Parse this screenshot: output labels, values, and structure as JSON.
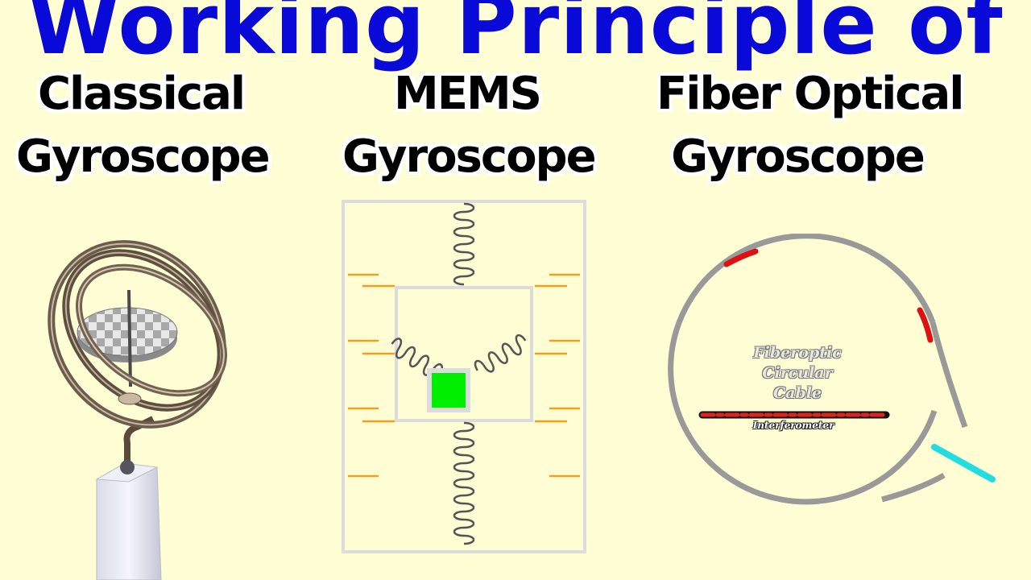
{
  "title": "Working Principle of",
  "columns": [
    {
      "id": "classical",
      "line1": "Classical",
      "line2": "Gyroscope"
    },
    {
      "id": "mems",
      "line1": "MEMS",
      "line2": "Gyroscope"
    },
    {
      "id": "fiber",
      "line1": "Fiber Optical",
      "line2": "Gyroscope"
    }
  ],
  "fiber": {
    "cable_label": [
      "Fiberoptic",
      "Circular",
      "Cable"
    ],
    "interferometer_label": "Interferometer"
  },
  "colors": {
    "title": "#0a0ad8",
    "background": "#fffdd4",
    "mems_mass": "#00ee00",
    "mems_electrode": "#f0a020",
    "fiber_cable": "#999999",
    "fiber_laser": "#22dde0",
    "fiber_marker": "#dd1111"
  }
}
